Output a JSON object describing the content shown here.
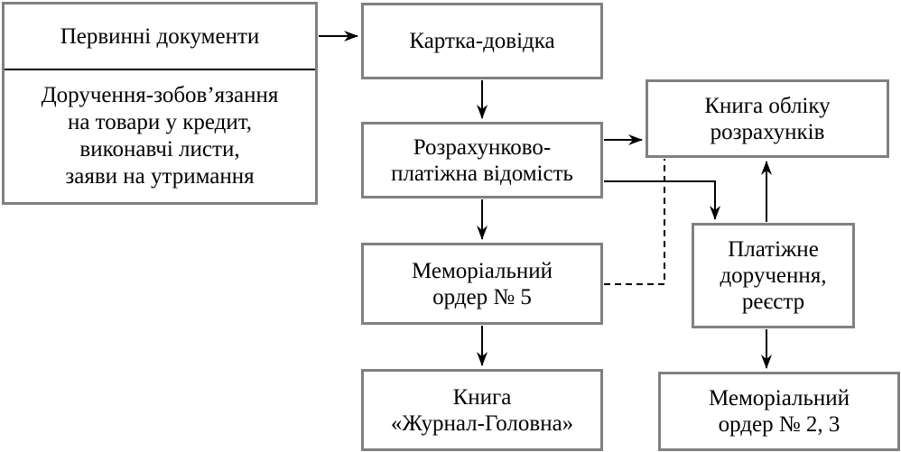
{
  "nodes": {
    "primary_docs": {
      "title": "Первинні документи",
      "items": [
        "Доручення-зобов’язання",
        "на товари у кредит,",
        "виконавчі листи,",
        "заяви на утримання"
      ]
    },
    "reference_card": {
      "lines": [
        "Картка-довідка"
      ]
    },
    "payroll": {
      "lines": [
        "Розрахунково-",
        "платіжна відомість"
      ]
    },
    "settlements_book": {
      "lines": [
        "Книга обліку",
        "розрахунків"
      ]
    },
    "memo_order_5": {
      "lines": [
        "Меморіальний",
        "ордер № 5"
      ]
    },
    "payment_order": {
      "lines": [
        "Платіжне",
        "доручення,",
        "реєстр"
      ]
    },
    "journal_ledger": {
      "lines": [
        "Книга",
        "«Журнал-Головна»"
      ]
    },
    "memo_order_2_3": {
      "lines": [
        "Меморіальний",
        "ордер № 2, 3"
      ]
    }
  },
  "colors": {
    "box_border": "#808080",
    "arrow": "#000000"
  }
}
